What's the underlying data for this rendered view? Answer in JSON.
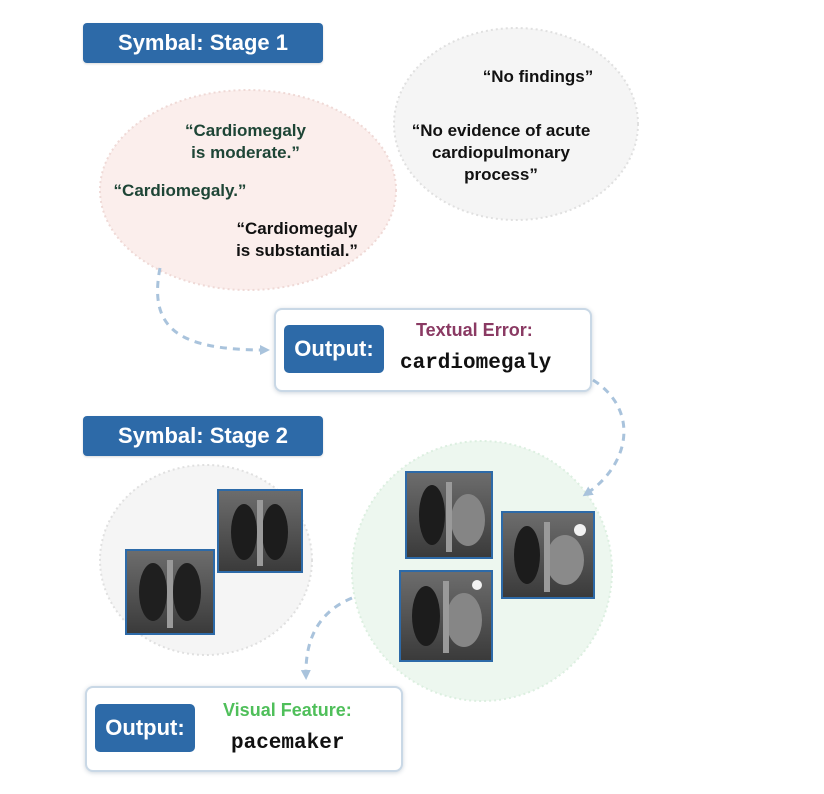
{
  "stage1": {
    "header": "Symbal: Stage 1",
    "quotes_red": [
      "“Cardiomegaly\nis moderate.”",
      "“Cardiomegaly.”",
      "“Cardiomegaly\nis substantial.”"
    ],
    "quotes_gray": [
      "“No findings”",
      "“No evidence of acute\ncardiopulmonary\nprocess”"
    ],
    "output": {
      "label": "Output:",
      "title": "Textual Error:",
      "value": "cardiomegaly"
    }
  },
  "stage2": {
    "header": "Symbal: Stage 2",
    "output": {
      "label": "Output:",
      "title": "Visual Feature:",
      "value": "pacemaker"
    }
  },
  "colors": {
    "header_bg": "#2d6aa8",
    "textual_error": "#8a3a63",
    "visual_feature": "#4fbf5a",
    "red_cluster": "#fbeeec",
    "gray_cluster": "#f5f5f5",
    "green_cluster": "#edf7ef"
  }
}
